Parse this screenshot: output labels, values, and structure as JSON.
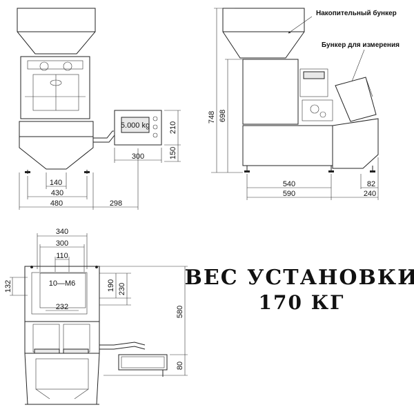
{
  "callouts": {
    "storage_hopper": "Накопительный бункер",
    "weighing_hopper": "Бункер для измерения"
  },
  "weight": {
    "line1": "ВЕС  УСТАНОВКИ",
    "line2": "170  КГ"
  },
  "display_text": "5.000 kg",
  "front_view": {
    "dims": {
      "d140": "140",
      "d430": "430",
      "d480": "480",
      "d298": "298",
      "d300": "300",
      "d210": "210",
      "d150": "150"
    }
  },
  "side_view": {
    "dims": {
      "d748": "748",
      "d698": "698",
      "d540": "540",
      "d590": "590",
      "d82": "82",
      "d240": "240"
    }
  },
  "top_view": {
    "dims": {
      "d340": "340",
      "d300": "300",
      "d110": "110",
      "d232": "232",
      "d132": "132",
      "d190": "190",
      "d230": "230",
      "d580": "580",
      "d80": "80",
      "holes": "10—M6"
    }
  }
}
